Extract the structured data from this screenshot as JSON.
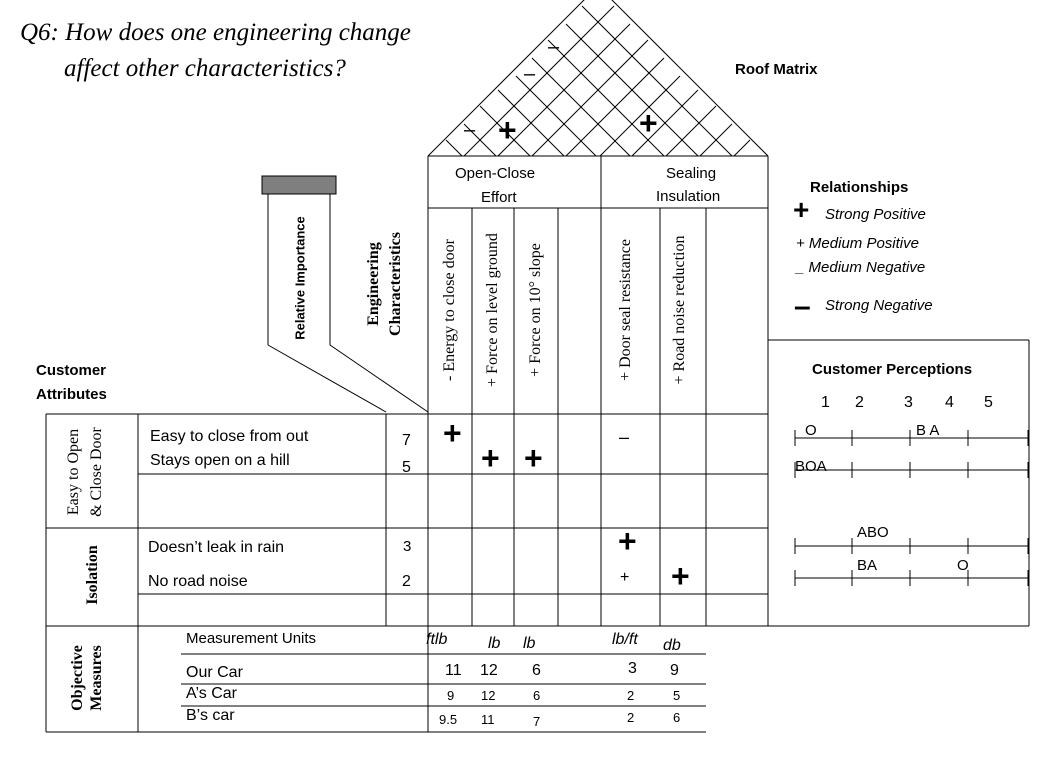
{
  "question": {
    "line1": "Q6: How does one engineering change",
    "line2": "affect other characteristics?"
  },
  "roof_label": "Roof Matrix",
  "roof_marks": {
    "m1": "–",
    "m2": "–",
    "m3": "–",
    "m4": "+",
    "m5": "+"
  },
  "groups": {
    "open_close": {
      "l1": "Open-Close",
      "l2": "Effort"
    },
    "sealing": {
      "l1": "Sealing",
      "l2": "Insulation"
    }
  },
  "relative_importance": "Relative Importance",
  "engineering_characteristics": {
    "l1": "Engineering",
    "l2": "Characteristics"
  },
  "characteristics": [
    "- Energy to close door",
    "+ Force on level ground",
    "+ Force on 10° slope",
    "+ Door seal resistance",
    "+ Road noise reduction"
  ],
  "relationships": {
    "title": "Relationships",
    "strong_positive_symbol": "+",
    "strong_positive": "Strong Positive",
    "medium_positive": "+  Medium Positive",
    "medium_negative": "_  Medium Negative",
    "strong_negative_symbol": "–",
    "strong_negative": "Strong Negative"
  },
  "customer_attributes": {
    "l1": "Customer",
    "l2": "Attributes"
  },
  "customer_perceptions": {
    "title": "Customer Perceptions",
    "scale": [
      "1",
      "2",
      "3",
      "4",
      "5"
    ],
    "r1": {
      "a": "O",
      "b": "B A"
    },
    "r2": "BOA",
    "r3": "ABO",
    "r4": {
      "a": "BA",
      "b": "O"
    }
  },
  "categories": {
    "easy": {
      "l1": "Easy to Open",
      "l2": "& Close Door"
    },
    "isolation": "Isolation",
    "objective": {
      "l1": "Objective",
      "l2": "Measures"
    }
  },
  "attributes": [
    {
      "name": "Easy to close from out",
      "importance": "7"
    },
    {
      "name": "Stays open on a hill",
      "importance": "5"
    },
    {
      "name": "Doesn’t leak in rain",
      "importance": "3"
    },
    {
      "name": "No road noise",
      "importance": "2"
    }
  ],
  "matrix_marks": {
    "r1c1": "+",
    "r1c4": "–",
    "r2c2": "+",
    "r2c3": "+",
    "r3c4": "+",
    "r4c4": "+",
    "r4c5": "+"
  },
  "measurement_units": {
    "label": "Measurement Units",
    "units": [
      "ftlb",
      "lb",
      "lb",
      "lb/ft",
      "db"
    ]
  },
  "measures": [
    {
      "label": "Our Car",
      "values": [
        "11",
        "12",
        "6",
        "3",
        "9"
      ]
    },
    {
      "label": "A’s Car",
      "values": [
        "9",
        "12",
        "6",
        "2",
        "5"
      ]
    },
    {
      "label": "B’s car",
      "values": [
        "9.5",
        "11",
        "7",
        "2",
        "6"
      ]
    }
  ]
}
